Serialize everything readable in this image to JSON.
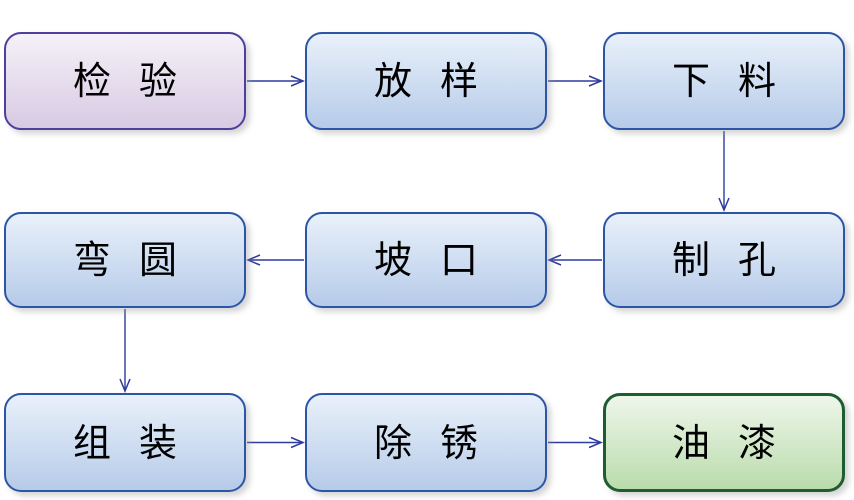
{
  "diagram": {
    "type": "flowchart",
    "background": "#ffffff",
    "palette": {
      "purple_border": "#4f3f9d",
      "purple_fill_top": "#f5f1f8",
      "purple_fill_bottom": "#d7cae3",
      "blue_border": "#2d55a6",
      "blue_fill_top": "#e9f1fa",
      "blue_fill_bottom": "#b6cbe9",
      "green_border": "#1f5c32",
      "green_fill_top": "#eef6ea",
      "green_fill_bottom": "#badcac",
      "arrow": "#2e3c9e",
      "text": "#000000"
    },
    "nodes": [
      {
        "id": "inspection",
        "label": "检 验",
        "row": 0,
        "col": 0,
        "type": "purple"
      },
      {
        "id": "lofting",
        "label": "放 样",
        "row": 0,
        "col": 1,
        "type": "blue"
      },
      {
        "id": "cutting",
        "label": "下 料",
        "row": 0,
        "col": 2,
        "type": "blue"
      },
      {
        "id": "rolling",
        "label": "弯 圆",
        "row": 1,
        "col": 0,
        "type": "blue"
      },
      {
        "id": "beveling",
        "label": "坡 口",
        "row": 1,
        "col": 1,
        "type": "blue"
      },
      {
        "id": "drilling",
        "label": "制 孔",
        "row": 1,
        "col": 2,
        "type": "blue"
      },
      {
        "id": "assembly",
        "label": "组 装",
        "row": 2,
        "col": 0,
        "type": "blue"
      },
      {
        "id": "derusting",
        "label": "除 锈",
        "row": 2,
        "col": 1,
        "type": "blue"
      },
      {
        "id": "painting",
        "label": "油 漆",
        "row": 2,
        "col": 2,
        "type": "green"
      }
    ],
    "edges": [
      {
        "from": "inspection",
        "to": "lofting"
      },
      {
        "from": "lofting",
        "to": "cutting"
      },
      {
        "from": "cutting",
        "to": "drilling"
      },
      {
        "from": "drilling",
        "to": "beveling"
      },
      {
        "from": "beveling",
        "to": "rolling"
      },
      {
        "from": "rolling",
        "to": "assembly"
      },
      {
        "from": "assembly",
        "to": "derusting"
      },
      {
        "from": "derusting",
        "to": "painting"
      }
    ]
  }
}
